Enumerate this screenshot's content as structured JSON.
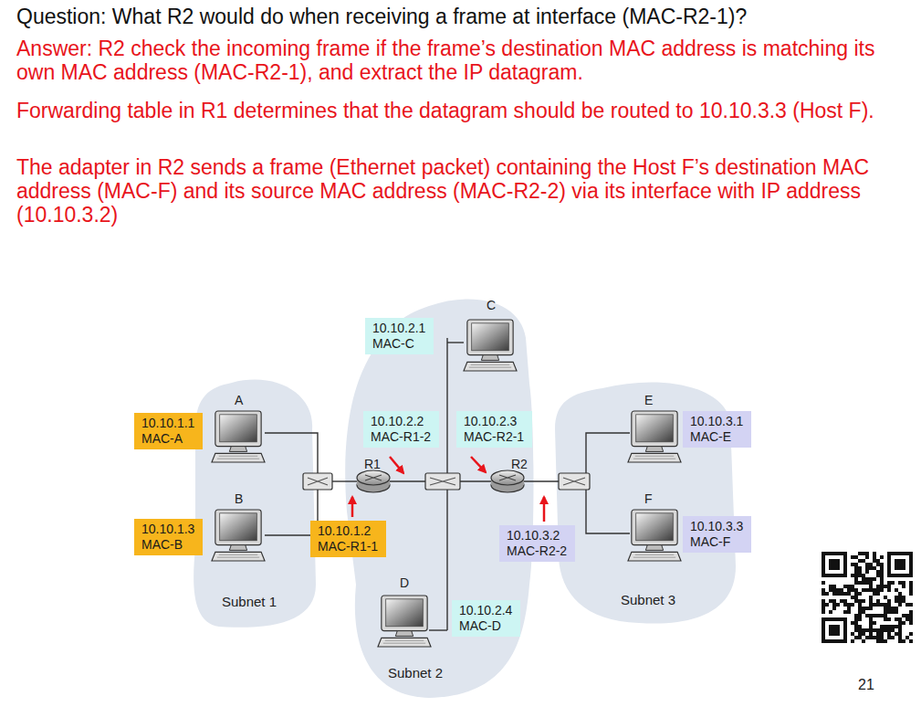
{
  "diagram": {
    "title": "Question: What R2 would do when receiving a frame at interface (MAC-R2-1)?",
    "nodes": [
      {
        "text": [
          "Subnet 1"
        ]
      },
      {
        "text": [
          "Subnet 2"
        ]
      },
      {
        "text": [
          "Subnet 3"
        ]
      },
      {
        "text": [
          "10.10.2.1",
          "MAC-C"
        ]
      },
      {
        "text": [
          "10.10.1.1",
          "MAC-A"
        ]
      },
      {
        "text": [
          "10.10.2.2",
          "MAC-R1-2"
        ]
      },
      {
        "text": [
          "10.10.2.3",
          "MAC-R2-1"
        ]
      },
      {
        "text": [
          "10.10.3.1",
          "MAC-E"
        ]
      },
      {
        "text": [
          "10.10.1.3",
          "MAC-B"
        ]
      },
      {
        "text": [
          "10.10.1.2",
          "MAC-R1-1"
        ]
      },
      {
        "text": [
          "10.10.3.2",
          "MAC-R2-2"
        ]
      },
      {
        "text": [
          "10.10.3.3",
          "MAC-F"
        ]
      },
      {
        "text": [
          "10.10.2.4",
          "MAC-D"
        ]
      }
    ],
    "labels": [
      "Answer: R2 check the incoming frame if the frame’s destination MAC address is matching its own MAC address (MAC-R2-1), and extract the IP datagram.",
      "Forwarding table in R1 determines that the datagram should be routed to 10.10.3.3 (Host F).",
      "The adapter in R2 sends a frame (Ethernet packet) containing the Host F’s destination MAC address (MAC-F) and its source MAC address (MAC-R2-2) via its interface with IP address (10.10.3.2)",
      "C",
      "A",
      "E",
      "R1",
      "R2",
      "B",
      "F",
      "D",
      "21"
    ]
  }
}
